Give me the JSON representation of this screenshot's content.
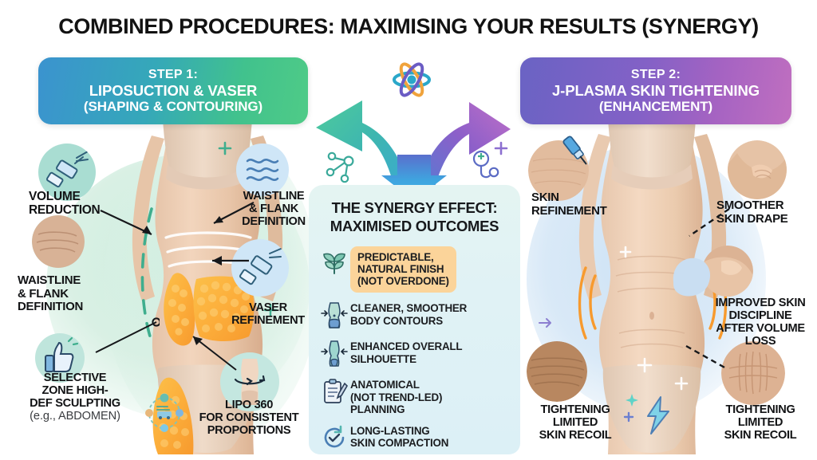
{
  "title": "COMBINED PROCEDURES: MAXIMISING YOUR RESULTS (SYNERGY)",
  "steps": {
    "left": {
      "number": "STEP 1:",
      "main": "LIPOSUCTION & VASER",
      "sub": "(SHAPING & CONTOURING)",
      "gradient_from": "#3b93cf",
      "gradient_to": "#4fcb87"
    },
    "right": {
      "number": "STEP 2:",
      "main": "J-PLASMA SKIN TIGHTENING",
      "sub": "(ENHANCEMENT)",
      "gradient_from": "#6a63c4",
      "gradient_to": "#c06fc0"
    }
  },
  "left_panel": {
    "labels": [
      {
        "id": "volume-reduction",
        "lines": [
          "VOLUME",
          "REDUCTION"
        ],
        "font_size": "15.5px"
      },
      {
        "id": "waistline-flank-left",
        "lines": [
          "WAISTLINE",
          "& FLANK",
          "DEFINITION"
        ],
        "font_size": "15px"
      },
      {
        "id": "selective-zone",
        "lines": [
          "SELECTIVE",
          "ZONE HIGH-",
          "DEF SCULPTING"
        ],
        "sub": "(e.g., ABDOMEN)",
        "font_size": "14.6px"
      },
      {
        "id": "waistline-flank-right",
        "lines": [
          "WAISTLINE",
          "& FLANK",
          "DEFINITION"
        ],
        "font_size": "14.6px"
      },
      {
        "id": "vaser-refinement",
        "lines": [
          "VASER",
          "REFINEMENT"
        ],
        "font_size": "14.6px"
      },
      {
        "id": "lipo-360",
        "lines": [
          "LIPO 360",
          "FOR CONSISTENT",
          "PROPORTIONS"
        ],
        "font_size": "14.6px"
      }
    ],
    "icons": [
      "cannula-icon",
      "waves-icon",
      "thumbs-up-icon",
      "vaser-probe-icon",
      "body-rotation-icon",
      "network-nodes-icon"
    ]
  },
  "right_panel": {
    "labels": [
      {
        "id": "skin-refinement",
        "lines": [
          "SKIN",
          "REFINEMENT"
        ],
        "font_size": "15px"
      },
      {
        "id": "smoother-skin-drape",
        "lines": [
          "SMOOTHER",
          "SKIN DRAPE"
        ],
        "font_size": "15px"
      },
      {
        "id": "improved-skin-discipline",
        "lines": [
          "IMPROVED SKIN",
          "DISCIPLINE",
          "AFTER VOLUME",
          "LOSS"
        ],
        "font_size": "14.6px"
      },
      {
        "id": "tightening-limited-left",
        "lines": [
          "TIGHTENING",
          "LIMITED",
          "SKIN RECOIL"
        ],
        "font_size": "14.6px"
      },
      {
        "id": "tightening-limited-right",
        "lines": [
          "TIGHTENING",
          "LIMITED",
          "SKIN RECOIL"
        ],
        "font_size": "14.6px"
      }
    ],
    "icons": [
      "plasma-pen-icon",
      "skin-pinch-icon",
      "crepey-skin-icon",
      "lightning-bolt-icon",
      "sparkle-icon"
    ]
  },
  "center": {
    "heading_line1": "THE SYNERGY EFFECT:",
    "heading_line2": "MAXIMISED OUTCOMES",
    "arrow_left_color": "#45c298",
    "arrow_right_color": "#9a5ec8",
    "arrow_down_color": "#3fa9e0",
    "highlight_color": "#fbd49a",
    "panel_bg": "#e0f2f4",
    "benefits": [
      {
        "icon": "leaf-icon",
        "lines": [
          "PREDICTABLE,",
          "NATURAL FINISH",
          "(NOT OVERDONE)"
        ],
        "highlight": true
      },
      {
        "icon": "body-contour-icon",
        "lines": [
          "CLEANER, SMOOTHER",
          "BODY CONTOURS"
        ],
        "highlight": false
      },
      {
        "icon": "silhouette-icon",
        "lines": [
          "ENHANCED OVERALL",
          "SILHOUETTE"
        ],
        "highlight": false
      },
      {
        "icon": "clipboard-pencil-icon",
        "lines": [
          "ANATOMICAL",
          "(NOT TREND-LED)",
          "PLANNING"
        ],
        "highlight": false
      },
      {
        "icon": "refresh-check-icon",
        "lines": [
          "LONG-LASTING",
          "SKIN COMPACTION"
        ],
        "highlight": false
      }
    ],
    "deco_icons": [
      "atom-icon",
      "molecule-icon",
      "stethoscope-icon",
      "plus-icon"
    ]
  }
}
